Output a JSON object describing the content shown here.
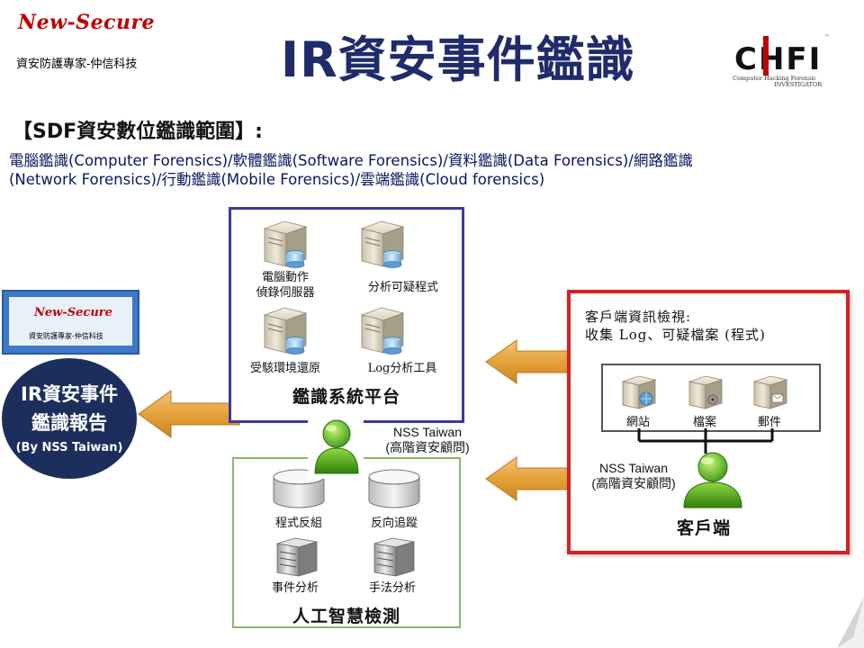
{
  "header": {
    "brand_logo": "New-Secure",
    "brand_tagline": "資安防護專家-仲信科技",
    "title": "IR資安事件鑑識",
    "chfi_logo": "CHFI",
    "chfi_tm": "™",
    "chfi_sub_1": "Computer  Hacking Forensic",
    "chfi_sub_2": "INVESTIGATOR"
  },
  "scope": {
    "heading": "【SDF資安數位鑑識範圍】:",
    "line1": "電腦鑑識(Computer Forensics)/軟體鑑識(Software Forensics)/資料鑑識(Data Forensics)/網路鑑識",
    "line2": "(Network Forensics)/行動鑑識(Mobile Forensics)/雲端鑑識(Cloud forensics)"
  },
  "report": {
    "card_logo": "New-Secure",
    "card_tagline": "資安防護專家-仲信科技",
    "line1": "IR資安事件",
    "line2": "鑑識報告",
    "line3": "(By NSS Taiwan)"
  },
  "platform": {
    "title": "鑑識系統平台",
    "items": [
      {
        "line1": "電腦動作",
        "line2": "偵錄伺服器"
      },
      {
        "line1": "分析可疑程式",
        "line2": ""
      },
      {
        "line1": "受駭環境還原",
        "line2": ""
      },
      {
        "line1": "Log分析工具",
        "line2": ""
      }
    ]
  },
  "consultant_center": {
    "line1": "NSS Taiwan",
    "line2": "(高階資安顧問)"
  },
  "consultant_client": {
    "line1": "NSS Taiwan",
    "line2": "(高階資安顧問)"
  },
  "ai": {
    "title": "人工智慧檢測",
    "items": [
      {
        "label": "程式反組"
      },
      {
        "label": "反向追蹤"
      },
      {
        "label": "事件分析"
      },
      {
        "label": "手法分析"
      }
    ]
  },
  "client": {
    "heading_1": "客戶端資訊檢視:",
    "heading_2": "收集 Log、可疑檔案 (程式)",
    "title": "客戶端",
    "items": [
      {
        "label": "網站"
      },
      {
        "label": "檔案"
      },
      {
        "label": "郵件"
      }
    ]
  },
  "colors": {
    "title_navy": "#1f2b6b",
    "brand_red": "#c00000",
    "arrow_orange": "#e6a23a",
    "platform_border": "#3a3a9c",
    "client_border": "#d42020",
    "ai_border": "#8cb66a",
    "report_oval": "#1c2f5c"
  }
}
